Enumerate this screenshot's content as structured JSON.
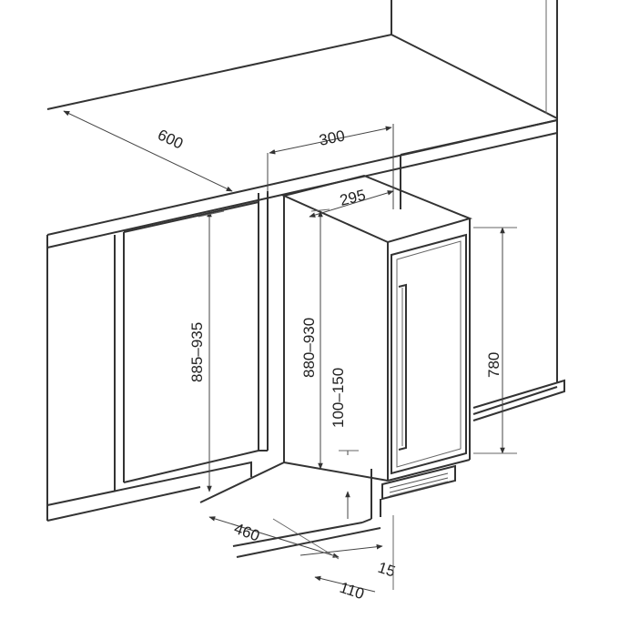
{
  "dimensions": {
    "cabinet_depth": "600",
    "niche_width": "300",
    "appliance_width": "295",
    "niche_height": "885–935",
    "appliance_height": "880–930",
    "foot_height": "100–150",
    "door_height": "780",
    "appliance_depth": "460",
    "door_gap": "15",
    "plinth_depth": "110"
  }
}
